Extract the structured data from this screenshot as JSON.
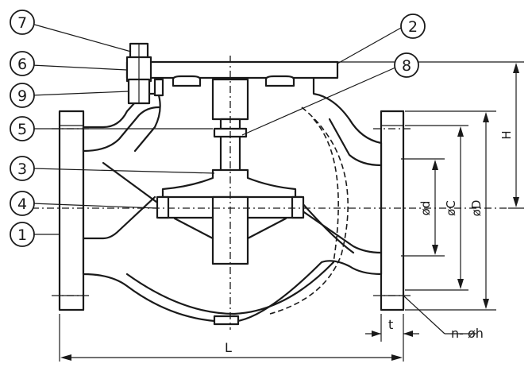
{
  "callouts": [
    {
      "id": "1",
      "label": "1"
    },
    {
      "id": "2",
      "label": "2"
    },
    {
      "id": "3",
      "label": "3"
    },
    {
      "id": "4",
      "label": "4"
    },
    {
      "id": "5",
      "label": "5"
    },
    {
      "id": "6",
      "label": "6"
    },
    {
      "id": "7",
      "label": "7"
    },
    {
      "id": "8",
      "label": "8"
    },
    {
      "id": "9",
      "label": "9"
    }
  ],
  "dimensions": {
    "L": "L",
    "t": "t",
    "H": "H",
    "d": "ød",
    "C": "øC",
    "D": "øD",
    "holes": "n- øh"
  }
}
